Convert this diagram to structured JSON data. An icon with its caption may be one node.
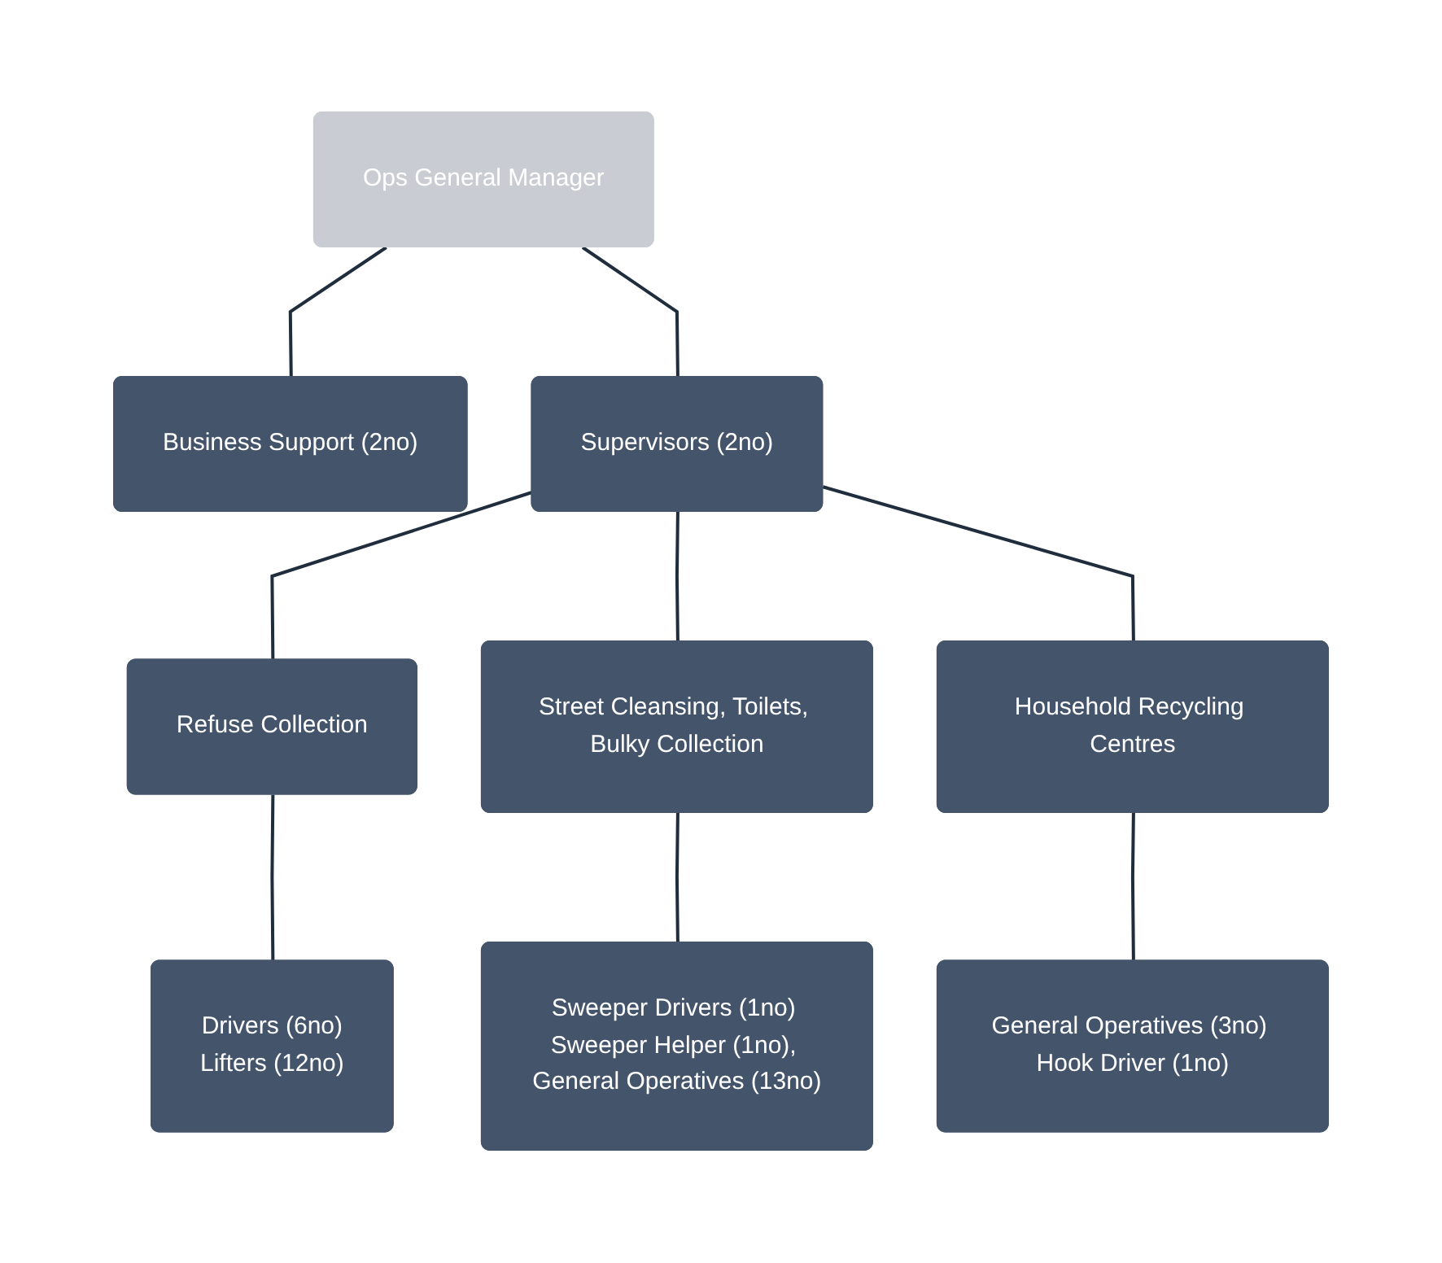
{
  "diagram": {
    "nodes": [
      {
        "text": [
          "Ops General Manager"
        ]
      },
      {
        "text": [
          "Business Support (2no)"
        ]
      },
      {
        "text": [
          "Supervisors (2no)"
        ]
      },
      {
        "text": [
          "Refuse Collection"
        ]
      },
      {
        "text": [
          "Street Cleansing, Toilets, Bulky Collection"
        ]
      },
      {
        "text": [
          "Household Recycling Centres"
        ]
      },
      {
        "text": [
          "Drivers (6no)",
          "Lifters (12no)"
        ]
      },
      {
        "text": [
          "Sweeper Drivers (1no) Sweeper Helper (1no), General Operatives (13no)"
        ]
      },
      {
        "text": [
          "General Operatives (3no) Hook Driver (1no)"
        ]
      }
    ],
    "edges": [
      {
        "from": 0,
        "to": 1,
        "arrow": "none"
      },
      {
        "from": 0,
        "to": 2,
        "arrow": "none"
      },
      {
        "from": 2,
        "to": 3,
        "arrow": "none"
      },
      {
        "from": 2,
        "to": 4,
        "arrow": "none"
      },
      {
        "from": 2,
        "to": 5,
        "arrow": "none"
      },
      {
        "from": 3,
        "to": 6,
        "arrow": "none"
      },
      {
        "from": 4,
        "to": 7,
        "arrow": "none"
      },
      {
        "from": 5,
        "to": 8,
        "arrow": "none"
      }
    ]
  }
}
